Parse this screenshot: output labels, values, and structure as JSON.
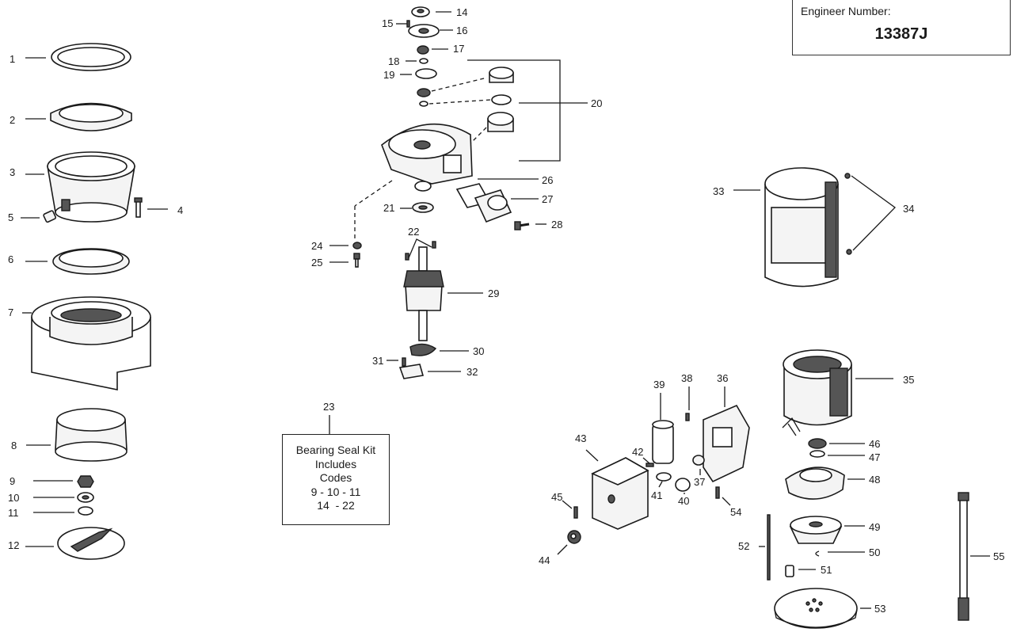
{
  "engineer_box": {
    "label": "Engineer Number:",
    "value": "13387J"
  },
  "kit": {
    "code": "23",
    "lines": [
      "Bearing Seal Kit",
      "Includes",
      "Codes",
      "9 - 10 - 11",
      "14  - 22"
    ]
  },
  "callouts": [
    "1",
    "2",
    "3",
    "4",
    "5",
    "6",
    "7",
    "8",
    "9",
    "10",
    "11",
    "12",
    "14",
    "15",
    "16",
    "17",
    "18",
    "19",
    "20",
    "21",
    "22",
    "24",
    "25",
    "26",
    "27",
    "28",
    "29",
    "30",
    "31",
    "32",
    "33",
    "34",
    "35",
    "36",
    "37",
    "38",
    "39",
    "40",
    "41",
    "42",
    "43",
    "44",
    "45",
    "46",
    "47",
    "48",
    "49",
    "50",
    "51",
    "52",
    "53",
    "54",
    "55"
  ]
}
